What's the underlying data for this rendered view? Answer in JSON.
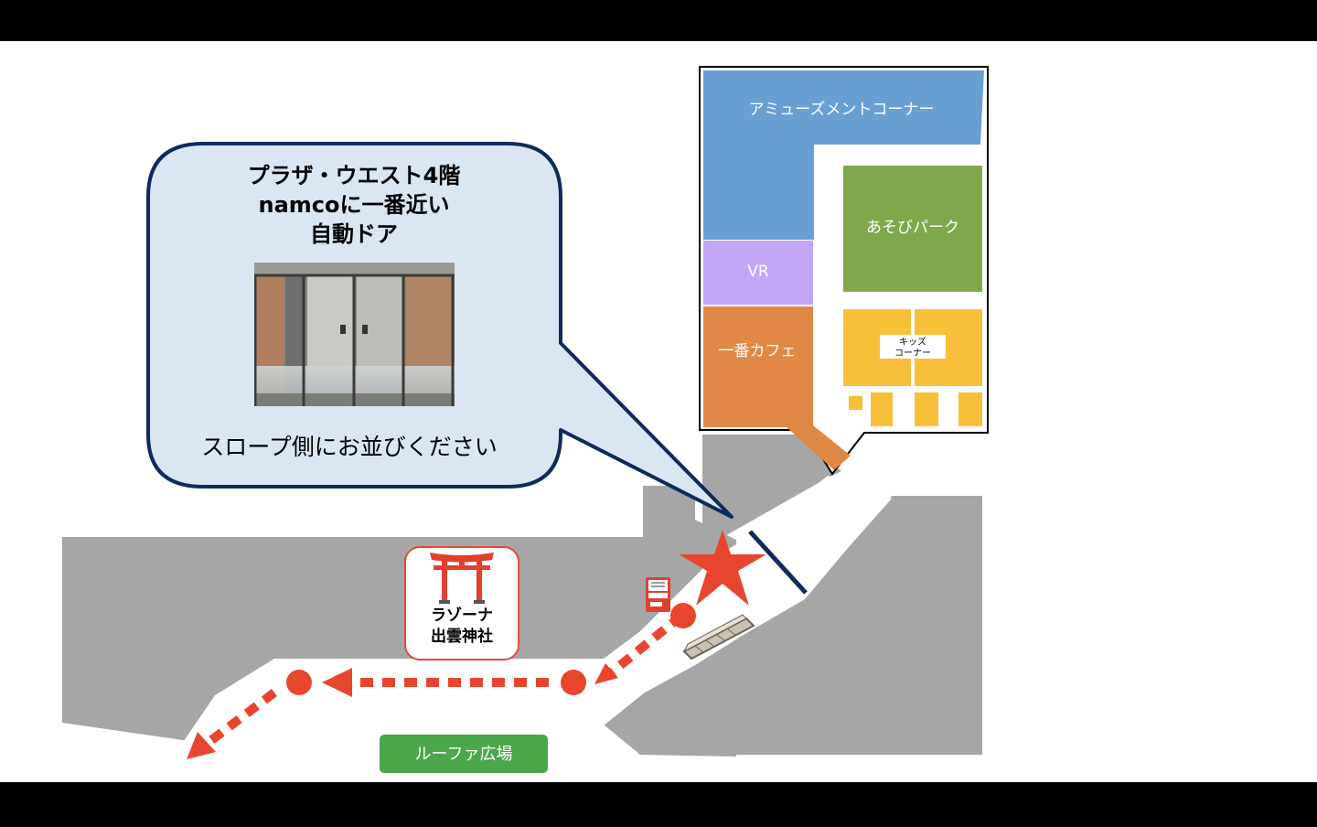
{
  "callout": {
    "title_line1": "プラザ・ウエスト4階",
    "title_line2": "namcoに一番近い",
    "title_line3": "自動ドア",
    "instruction": "スロープ側にお並びください"
  },
  "zones": {
    "amusement": "アミューズメントコーナー",
    "asobi_park": "あそびパーク",
    "vr": "VR",
    "cafe": "一番カフェ",
    "kids_line1": "キッズ",
    "kids_line2": "コーナー"
  },
  "shrine": {
    "line1": "ラゾーナ",
    "line2": "出雲神社"
  },
  "plaza_label": "ルーファ広場",
  "icons": {
    "entrance_marker": "star-icon",
    "shrine": "torii-icon",
    "vending": "vending-machine-icon",
    "escalator": "escalator-icon",
    "door_photo": "automatic-door-photo"
  },
  "colors": {
    "amusement": "#6a9fd4",
    "asobi_park": "#7fa84c",
    "vr": "#c3a6f5",
    "cafe": "#e08845",
    "kids": "#f7bf3a",
    "route": "#e8452f",
    "floor": "#a6a6a6",
    "callout_fill": "#dbe6f3",
    "callout_stroke": "#0f2a5c",
    "plaza": "#4ca64c"
  }
}
